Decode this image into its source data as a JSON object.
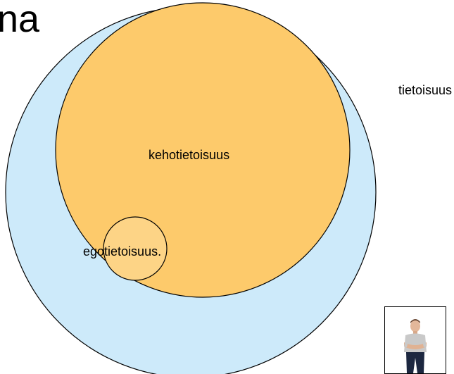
{
  "diagram": {
    "title_fragment": "na",
    "outer_label": "tietoisuus",
    "middle_label": "kehotietoisuus",
    "inner_label": "egotietoisuus.",
    "colors": {
      "outer_fill": "#cdeafa",
      "middle_fill": "#fdca6b",
      "inner_fill": "#fdd486",
      "stroke": "#000000"
    }
  },
  "photo": {
    "icon": "person-photo-icon",
    "shirt_color": "#c9c9c9",
    "pants_color": "#1c2740"
  }
}
